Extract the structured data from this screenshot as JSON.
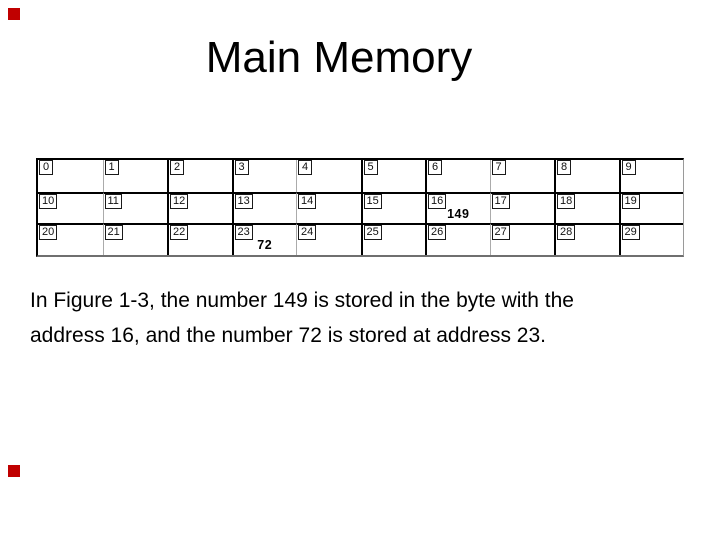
{
  "slide": {
    "title": "Main Memory",
    "body_lines": [
      "In Figure 1-3, the number 149 is stored in the byte with the",
      "address 16, and the number 72 is stored at address 23."
    ],
    "accent_color": "#c00000"
  },
  "memory_diagram": {
    "addresses": [
      [
        "0",
        "1",
        "2",
        "3",
        "4",
        "5",
        "6",
        "7",
        "8",
        "9"
      ],
      [
        "10",
        "11",
        "12",
        "13",
        "14",
        "15",
        "16",
        "17",
        "18",
        "19"
      ],
      [
        "20",
        "21",
        "22",
        "23",
        "24",
        "25",
        "26",
        "27",
        "28",
        "29"
      ]
    ],
    "values": {
      "16": "149",
      "23": "72"
    }
  }
}
